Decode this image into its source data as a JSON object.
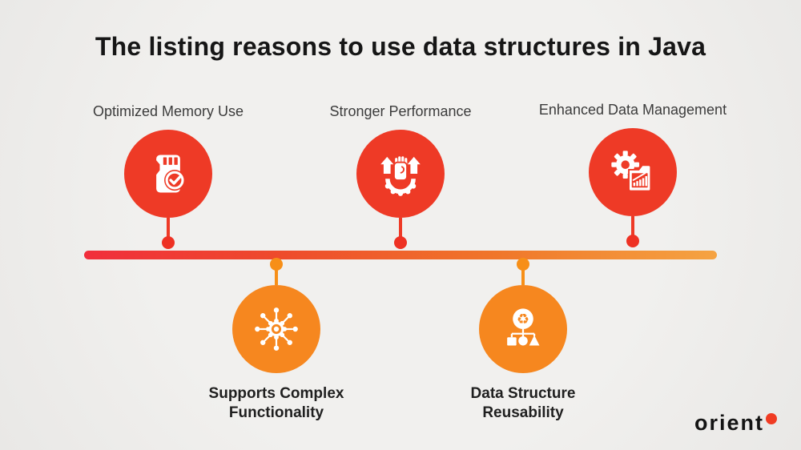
{
  "title": "The listing reasons to use data structures in Java",
  "items": [
    {
      "label": "Optimized Memory Use",
      "position": "top",
      "icon": "sd-card-check-icon",
      "circle_color": "#ee3a26"
    },
    {
      "label": "Stronger Performance",
      "position": "top",
      "icon": "power-fist-arrows-icon",
      "circle_color": "#ee3a26"
    },
    {
      "label": "Enhanced Data Management",
      "position": "top",
      "icon": "gear-folder-chart-icon",
      "circle_color": "#ee3a26"
    },
    {
      "label": "Supports Complex Functionality",
      "position": "bottom",
      "icon": "gear-hub-network-icon",
      "circle_color": "#f6871f"
    },
    {
      "label": "Data Structure Reusability",
      "position": "bottom",
      "icon": "recycle-hierarchy-icon",
      "circle_color": "#f6871f"
    }
  ],
  "timeline": {
    "gradient_start": "#f12e3c",
    "gradient_end": "#f5a342"
  },
  "colors": {
    "background": "#f0efed",
    "red": "#ee3a26",
    "orange": "#f6871f",
    "title_text": "#161616",
    "label_text": "#3c3c3c"
  },
  "brand": {
    "name": "orient",
    "dot_color": "#f03c23"
  }
}
